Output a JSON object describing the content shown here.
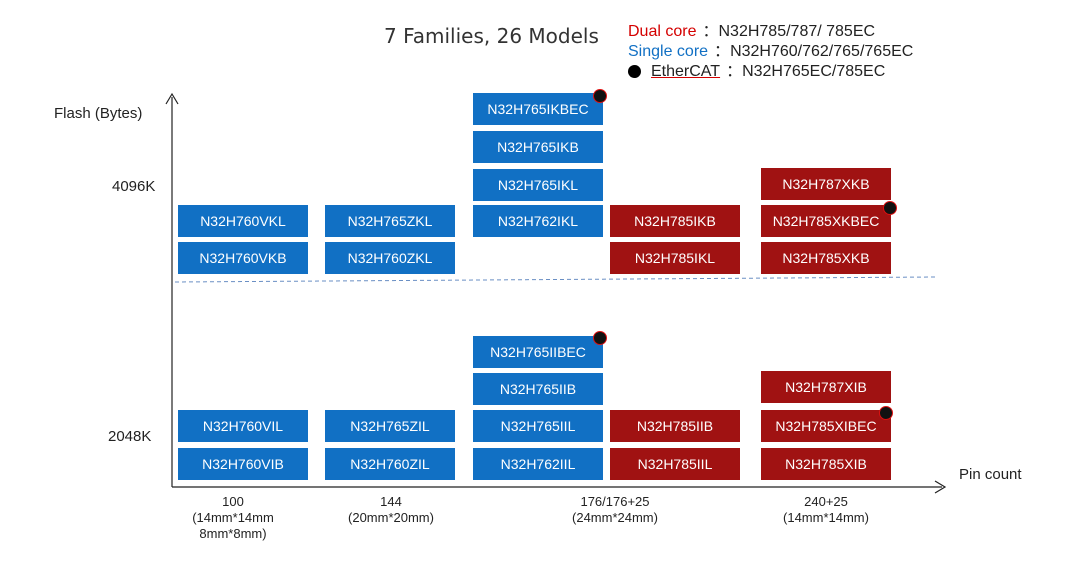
{
  "title": "7 Families,  26 Models",
  "legend": {
    "dual": {
      "key": "Dual core",
      "sep": "：",
      "value": "N32H785/787/ 785EC",
      "color": "#d40000"
    },
    "single": {
      "key": "Single core",
      "sep": "：",
      "value": "N32H760/762/765/765EC",
      "color": "#1170c4"
    },
    "ethercat": {
      "key": "EtherCAT",
      "sep": "：",
      "value": "N32H765EC/785EC",
      "color": "#222222"
    }
  },
  "axes": {
    "y_label": "Flash (Bytes)",
    "x_label": "Pin count",
    "y_ticks": [
      "4096K",
      "2048K"
    ]
  },
  "pin_groups": [
    {
      "label": "100\n(14mm*14mm\n8mm*8mm)"
    },
    {
      "label": "144\n(20mm*20mm)"
    },
    {
      "label": "176/176+25\n(24mm*24mm)"
    },
    {
      "label": "240+25\n(14mm*14mm)"
    }
  ],
  "colors": {
    "single_core": "#1170c4",
    "dual_core": "#a01212",
    "ethercat_dot": "#000000",
    "divider": "#6a8fc4"
  },
  "models": [
    {
      "name": "N32H765IKBEC",
      "core": "single",
      "ethercat": true
    },
    {
      "name": "N32H765IKB",
      "core": "single",
      "ethercat": false
    },
    {
      "name": "N32H765IKL",
      "core": "single",
      "ethercat": false
    },
    {
      "name": "N32H760VKL",
      "core": "single",
      "ethercat": false
    },
    {
      "name": "N32H765ZKL",
      "core": "single",
      "ethercat": false
    },
    {
      "name": "N32H762IKL",
      "core": "single",
      "ethercat": false
    },
    {
      "name": "N32H785IKB",
      "core": "dual",
      "ethercat": false
    },
    {
      "name": "N32H787XKB",
      "core": "dual",
      "ethercat": false
    },
    {
      "name": "N32H785XKBEC",
      "core": "dual",
      "ethercat": true
    },
    {
      "name": "N32H760VKB",
      "core": "single",
      "ethercat": false
    },
    {
      "name": "N32H760ZKL",
      "core": "single",
      "ethercat": false
    },
    {
      "name": "N32H785IKL",
      "core": "dual",
      "ethercat": false
    },
    {
      "name": "N32H785XKB",
      "core": "dual",
      "ethercat": false
    },
    {
      "name": "N32H765IIBEC",
      "core": "single",
      "ethercat": true
    },
    {
      "name": "N32H765IIB",
      "core": "single",
      "ethercat": false
    },
    {
      "name": "N32H787XIB",
      "core": "dual",
      "ethercat": false
    },
    {
      "name": "N32H760VIL",
      "core": "single",
      "ethercat": false
    },
    {
      "name": "N32H765ZIL",
      "core": "single",
      "ethercat": false
    },
    {
      "name": "N32H765IIL",
      "core": "single",
      "ethercat": false
    },
    {
      "name": "N32H785IIB",
      "core": "dual",
      "ethercat": false
    },
    {
      "name": "N32H785XIBEC",
      "core": "dual",
      "ethercat": true
    },
    {
      "name": "N32H760VIB",
      "core": "single",
      "ethercat": false
    },
    {
      "name": "N32H760ZIL",
      "core": "single",
      "ethercat": false
    },
    {
      "name": "N32H762IIL",
      "core": "single",
      "ethercat": false
    },
    {
      "name": "N32H785IIL",
      "core": "dual",
      "ethercat": false
    },
    {
      "name": "N32H785XIB",
      "core": "dual",
      "ethercat": false
    }
  ]
}
